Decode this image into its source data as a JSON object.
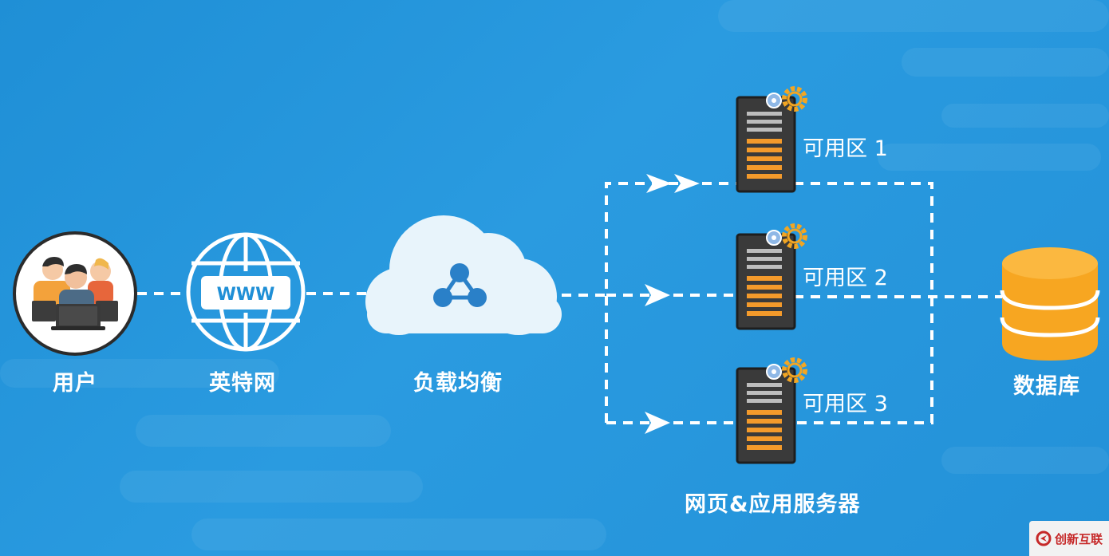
{
  "nodes": {
    "users": "用户",
    "internet": "英特网",
    "load_balancer": "负载均衡",
    "database": "数据库",
    "server_group": "网页&应用服务器"
  },
  "internet_badge": "WWW",
  "zones": [
    "可用区 1",
    "可用区 2",
    "可用区 3"
  ],
  "watermark": "创新互联",
  "colors": {
    "background": "#2296dc",
    "server_orange": "#f39a2b",
    "database_orange": "#f7a621",
    "cloud": "#e8f4fb",
    "line": "#ffffff"
  }
}
